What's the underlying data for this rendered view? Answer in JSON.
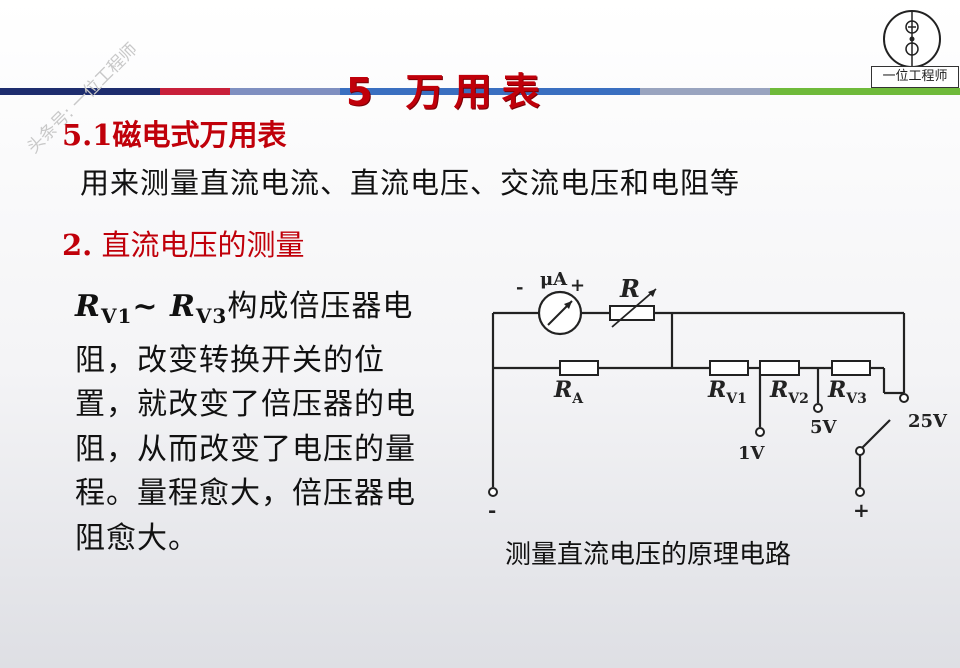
{
  "header": {
    "title": "5  万用表",
    "watermark": "头条号: 一位工程师",
    "logo_caption": "一位工程师",
    "bar_colors": [
      "#1e2d6e",
      "#c8203a",
      "#7f8fc0",
      "#3a6fc0",
      "#99a4bf",
      "#6fba3a"
    ]
  },
  "section": {
    "number": "5.1",
    "title": "磁电式万用表",
    "description": "用来测量直流电流、直流电压、交流电压和电阻等"
  },
  "subsection": {
    "number": "2.",
    "title": " 直流电压的测量"
  },
  "body": {
    "rv1_letter": "R",
    "rv1_sub": "V1",
    "tilde": "~ ",
    "rv3_letter": "R",
    "rv3_sub": "V3",
    "text_after": "构成倍压器电阻，改变转换开关的位置，就改变了倍压器的电阻，从而改变了电压的量程。量程愈大，倍压器电阻愈大。"
  },
  "circuit": {
    "meter_label": "μA",
    "meter_minus": "-",
    "meter_plus": "+",
    "r_label": "R",
    "ra_letter": "R",
    "ra_sub": "A",
    "rv1_letter": "R",
    "rv1_sub": "V1",
    "rv2_letter": "R",
    "rv2_sub": "V2",
    "rv3_letter": "R",
    "rv3_sub": "V3",
    "tap_1v": "1V",
    "tap_5v": "5V",
    "tap_25v": "25V",
    "terminal_minus": "-",
    "terminal_plus": "+",
    "caption": "测量直流电压的原理电路"
  }
}
